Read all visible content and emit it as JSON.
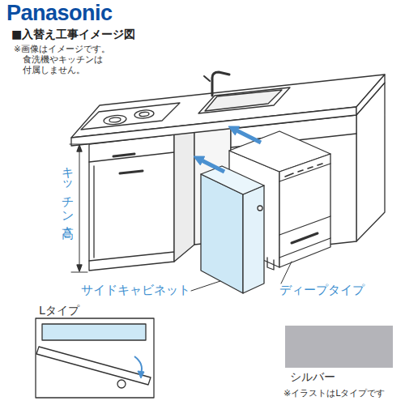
{
  "diagram": {
    "title": "■入替え工事イメージ図",
    "caption": "※イラストはLタイプです",
    "nodes": [
      {
        "text": [
          "Lタイプ"
        ]
      }
    ],
    "labels": [
      "Panasonic",
      "※画像はイメージです。 食洗機やキッチンは 付属しません。",
      "キッチン高さ",
      "サイドキャビネット",
      "ディープタイプ"
    ],
    "legend": [
      {
        "text": "シルバー",
        "color": "#b4b4b9"
      }
    ]
  }
}
